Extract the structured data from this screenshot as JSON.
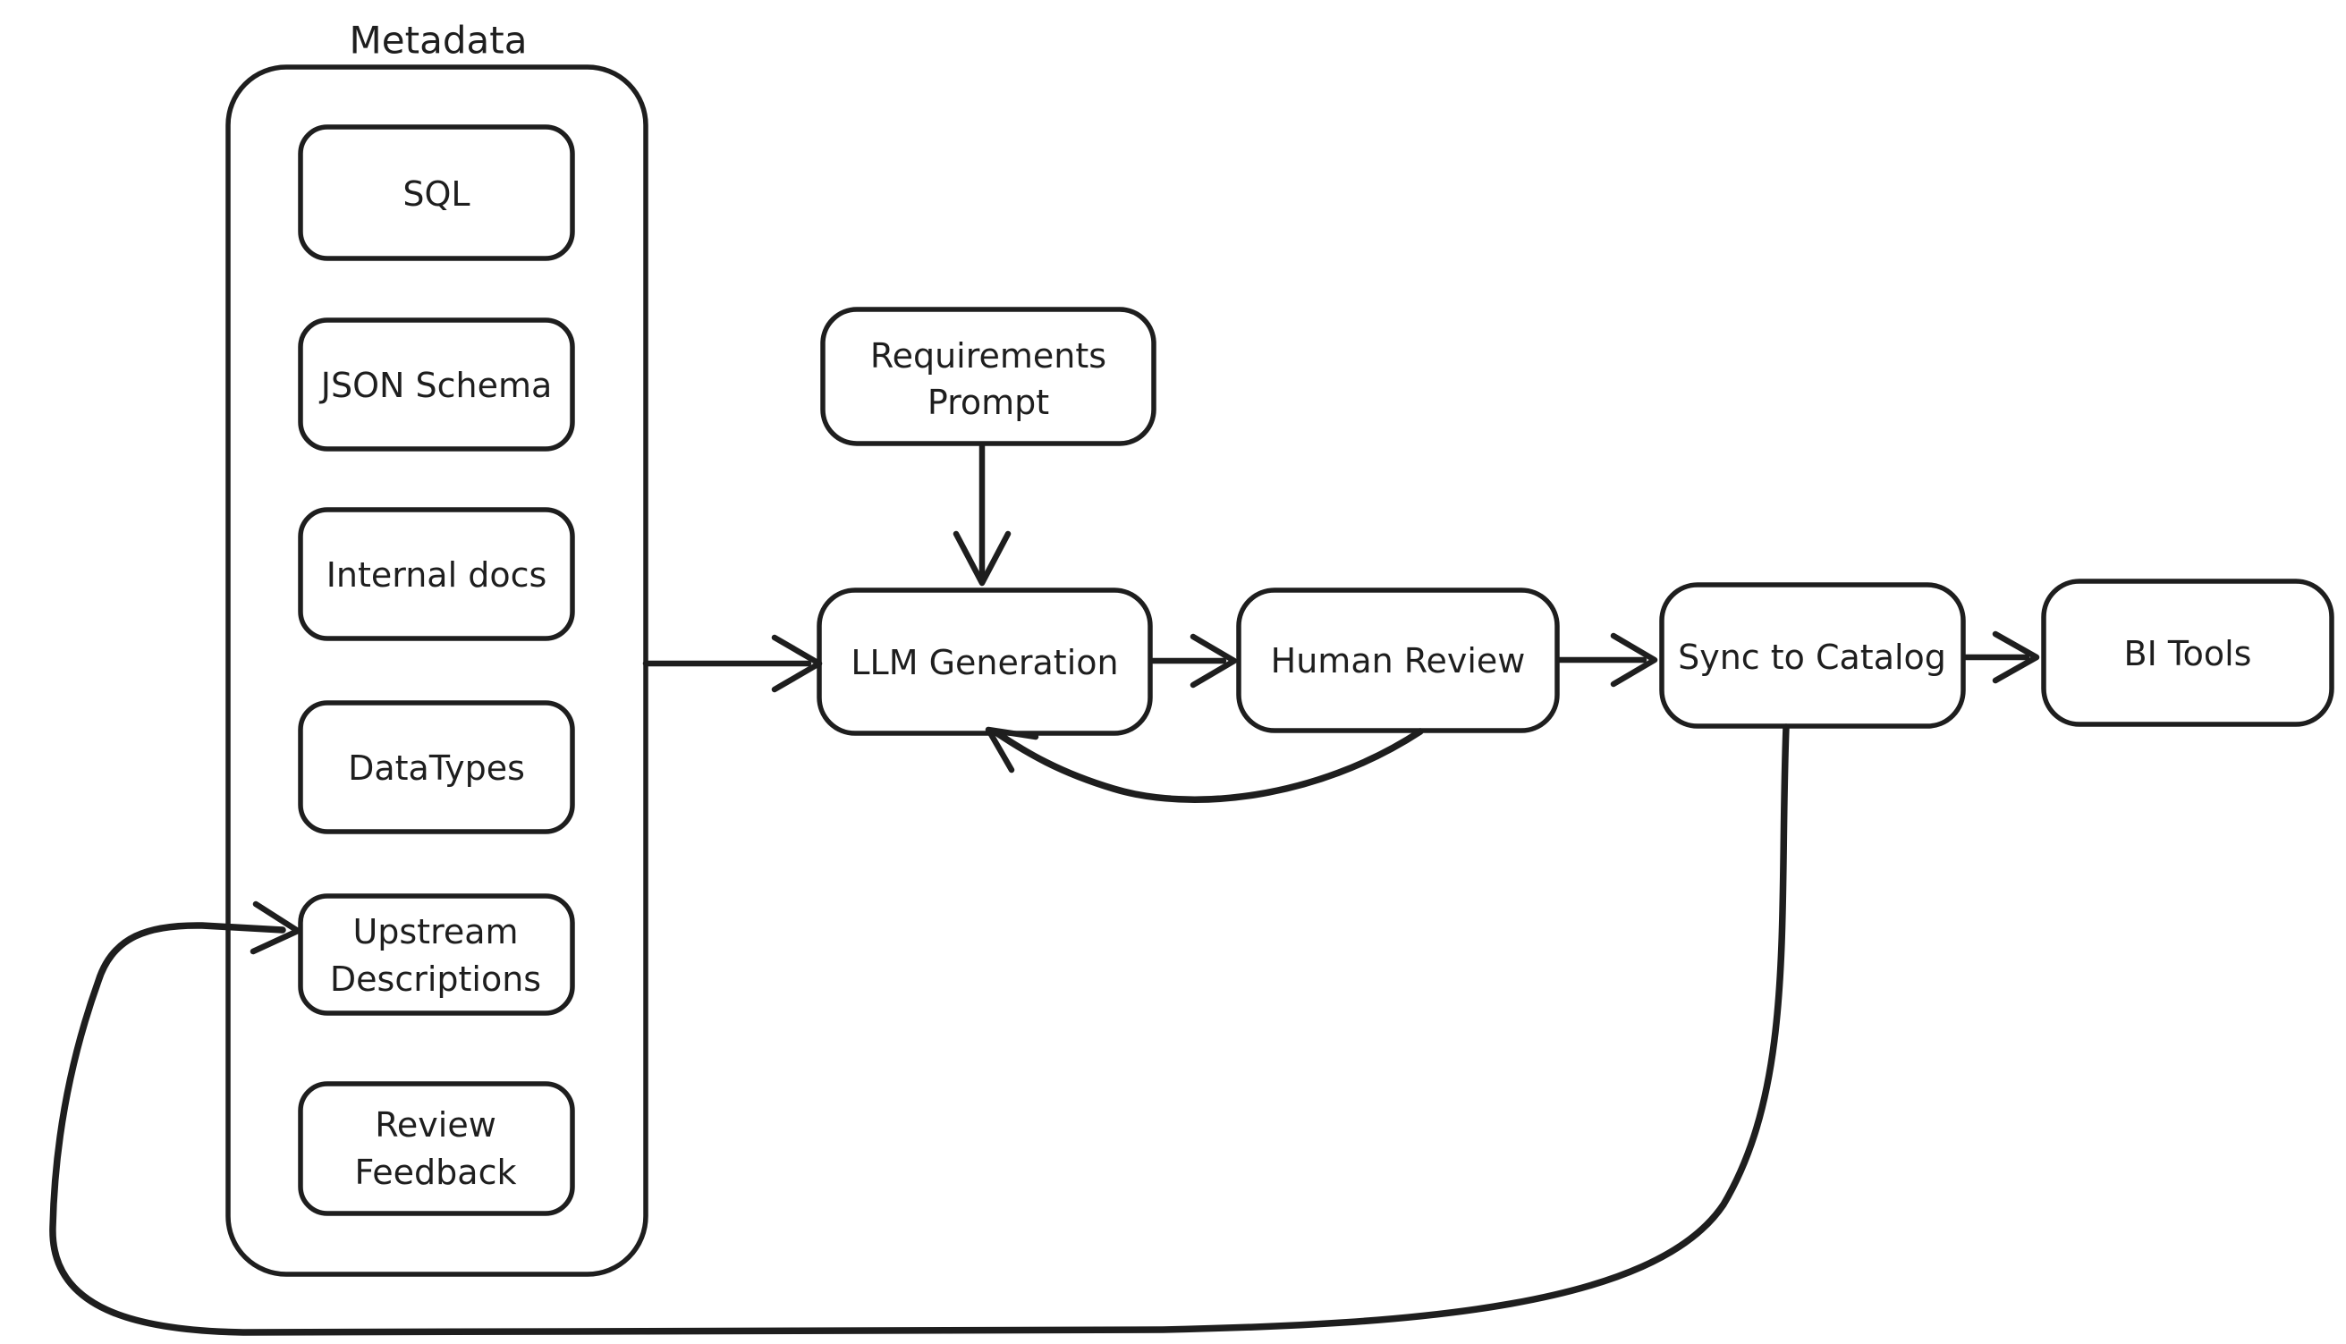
{
  "diagram": {
    "background_color": "#ffffff",
    "stroke_color": "#1e1e1e",
    "group": {
      "title": "Metadata",
      "items": [
        {
          "label": "SQL"
        },
        {
          "label": "JSON Schema"
        },
        {
          "label": "Internal docs"
        },
        {
          "label": "DataTypes"
        },
        {
          "label": "Upstream",
          "label2": "Descriptions"
        },
        {
          "label": "Review",
          "label2": "Feedback"
        }
      ]
    },
    "nodes": [
      {
        "id": "requirements-prompt",
        "label": "Requirements",
        "label2": "Prompt"
      },
      {
        "id": "llm-generation",
        "label": "LLM Generation"
      },
      {
        "id": "human-review",
        "label": "Human Review"
      },
      {
        "id": "sync-to-catalog",
        "label": "Sync to Catalog"
      },
      {
        "id": "bi-tools",
        "label": "BI Tools"
      }
    ],
    "edges": [
      {
        "from": "Metadata",
        "to": "LLM Generation",
        "style": "straight-arrow"
      },
      {
        "from": "Requirements Prompt",
        "to": "LLM Generation",
        "style": "straight-arrow"
      },
      {
        "from": "LLM Generation",
        "to": "Human Review",
        "style": "straight-arrow"
      },
      {
        "from": "Human Review",
        "to": "Sync to Catalog",
        "style": "straight-arrow"
      },
      {
        "from": "Sync to Catalog",
        "to": "BI Tools",
        "style": "straight-arrow"
      },
      {
        "from": "Human Review",
        "to": "LLM Generation",
        "style": "curved-feedback-arrow"
      },
      {
        "from": "Sync to Catalog",
        "to": "Upstream Descriptions",
        "style": "curved-feedback-arrow"
      }
    ]
  }
}
